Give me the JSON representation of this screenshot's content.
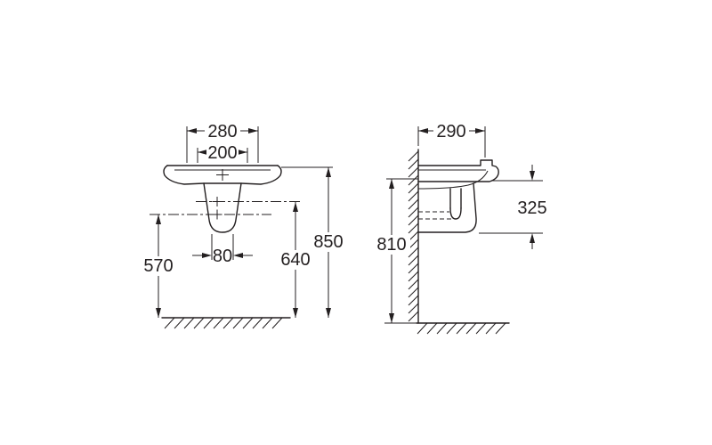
{
  "drawing": {
    "type": "technical-dimension-drawing",
    "subject": "wall-hung washbasin with semi-pedestal, front and side installation views",
    "views": {
      "front": {
        "dims": {
          "top_width": "280",
          "tap_center_width": "200",
          "fixing_width": "80",
          "left_height": "570",
          "right_height": "640",
          "rim_height": "850"
        }
      },
      "side": {
        "dims": {
          "depth": "290",
          "underside_height": "810",
          "semipedestal_height": "325"
        }
      }
    },
    "colors": {
      "line": "#231f20",
      "background": "#ffffff"
    }
  }
}
